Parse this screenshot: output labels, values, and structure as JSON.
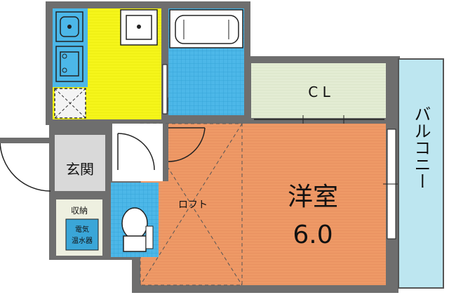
{
  "labels": {
    "closet": "C L",
    "entrance": "玄関",
    "storage": "収納",
    "water_heater": "電気\n温水器",
    "loft": "ロフト",
    "room_name": "洋室",
    "room_size": "6.0",
    "balcony": "バルコニー"
  },
  "colors": {
    "wall": "#6e6e6e",
    "kitchen": "#f5f51a",
    "wet_area": "#4cb7e8",
    "room": "#ee9966",
    "closet": "#e3ecd3",
    "balcony": "#bde6f0",
    "entrance": "#d9d9d9",
    "storage": "#eef0e0",
    "heater": "#3aa6d8"
  },
  "icons": [
    "sink-icon",
    "stove-icon",
    "laundry-pan-icon",
    "washbasin-icon",
    "bathtub-icon",
    "toilet-icon",
    "door-swing-icon"
  ]
}
